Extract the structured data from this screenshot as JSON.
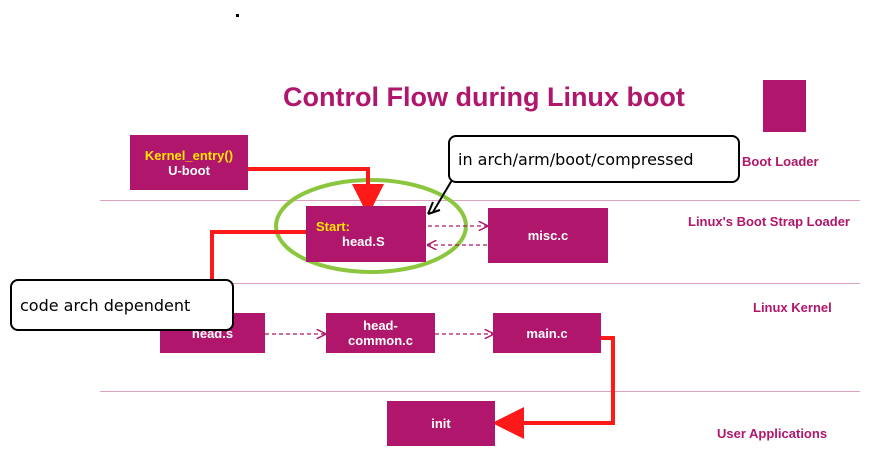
{
  "title": "Control Flow during Linux boot",
  "layers": {
    "boot_loader": "Boot Loader",
    "boot_strap_loader": "Linux's Boot Strap Loader",
    "linux_kernel": "Linux Kernel",
    "user_applications": "User Applications"
  },
  "boxes": {
    "uboot": {
      "label_top": "Kernel_entry()",
      "label": "U-boot"
    },
    "head_s_start": {
      "label_top": "Start:",
      "label": "head.S"
    },
    "misc_c": {
      "label": "misc.c"
    },
    "head_s_kernel": {
      "label": "head.s"
    },
    "head_common_c": {
      "label_line1": "head-",
      "label_line2": "common.c"
    },
    "main_c": {
      "label": "main.c"
    },
    "init": {
      "label": "init"
    }
  },
  "annotations": {
    "compressed_note": "in arch/arm/boot/compressed",
    "arch_note": "code arch dependent"
  },
  "colors": {
    "brand": "#b0166b",
    "highlight_text": "#ffe600",
    "arrow_red": "#ff1a1a",
    "circle_green": "#8cc63f"
  }
}
